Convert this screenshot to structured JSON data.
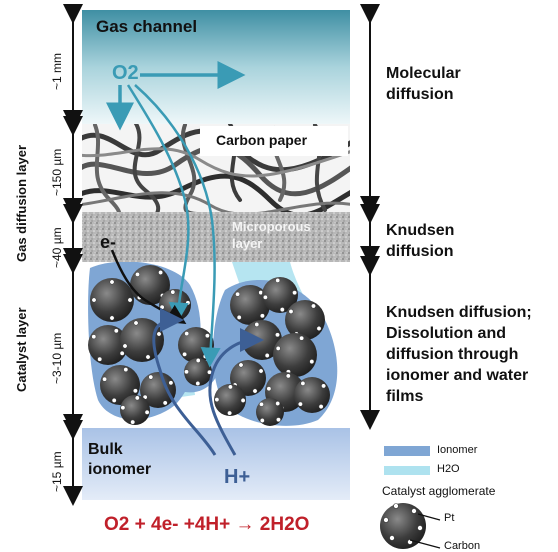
{
  "layers": {
    "gas_channel": "Gas channel",
    "carbon_paper": "Carbon paper",
    "microporous": "Microporous layer",
    "bulk_ionomer": "Bulk ionomer"
  },
  "species": {
    "oxygen": "O2",
    "electron": "e-",
    "proton": "H+"
  },
  "thickness": {
    "gas_channel": "~1 mm",
    "carbon_paper": "~150 µm",
    "microporous": "~40 µm",
    "catalyst": "~3-10 µm",
    "bulk_ionomer": "~15 µm"
  },
  "regions": {
    "gdl": "Gas diffusion layer",
    "catalyst": "Catalyst layer"
  },
  "transport": {
    "molecular": "Molecular diffusion",
    "knudsen": "Knudsen diffusion",
    "catalyst": "Knudsen diffusion; Dissolution and diffusion through ionomer and water films"
  },
  "legend": {
    "ionomer": "Ionomer",
    "water": "H2O",
    "agglomerate": "Catalyst agglomerate",
    "pt": "Pt",
    "carbon": "Carbon"
  },
  "equation": "O2 + 4e- +4H+ → 2H2O",
  "colors": {
    "ionomer": "#7fa6d4",
    "water": "#aee2ef",
    "oxygen_arrow": "#3a9bb5",
    "proton_arrow": "#3d5f95",
    "equation": "#c0202a"
  }
}
